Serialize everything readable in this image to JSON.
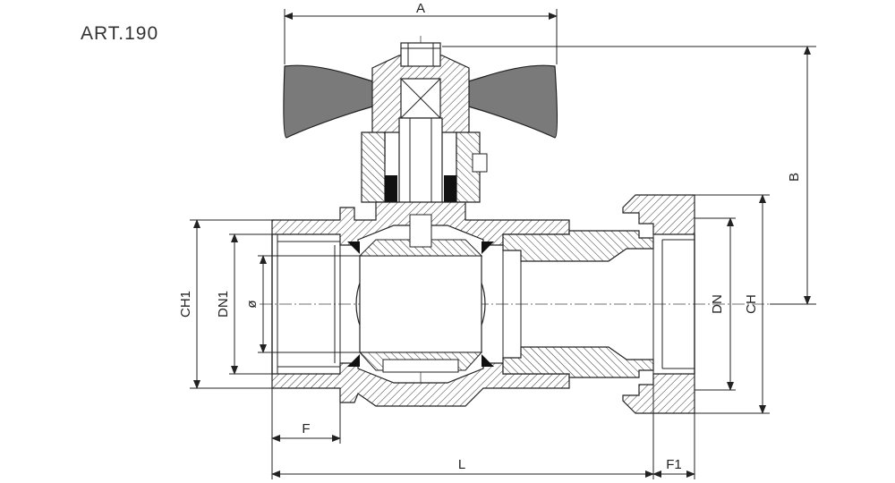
{
  "header": {
    "article": "ART.190"
  },
  "dimensions": {
    "A": "A",
    "B": "B",
    "L": "L",
    "F": "F",
    "F1": "F1",
    "CH1": "CH1",
    "DN1": "DN1",
    "phi": "ø",
    "DN": "DN",
    "CH": "CH"
  },
  "colors": {
    "line": "#222222",
    "handle": "#7a7a7a",
    "seal": "#111111",
    "background": "#ffffff"
  }
}
